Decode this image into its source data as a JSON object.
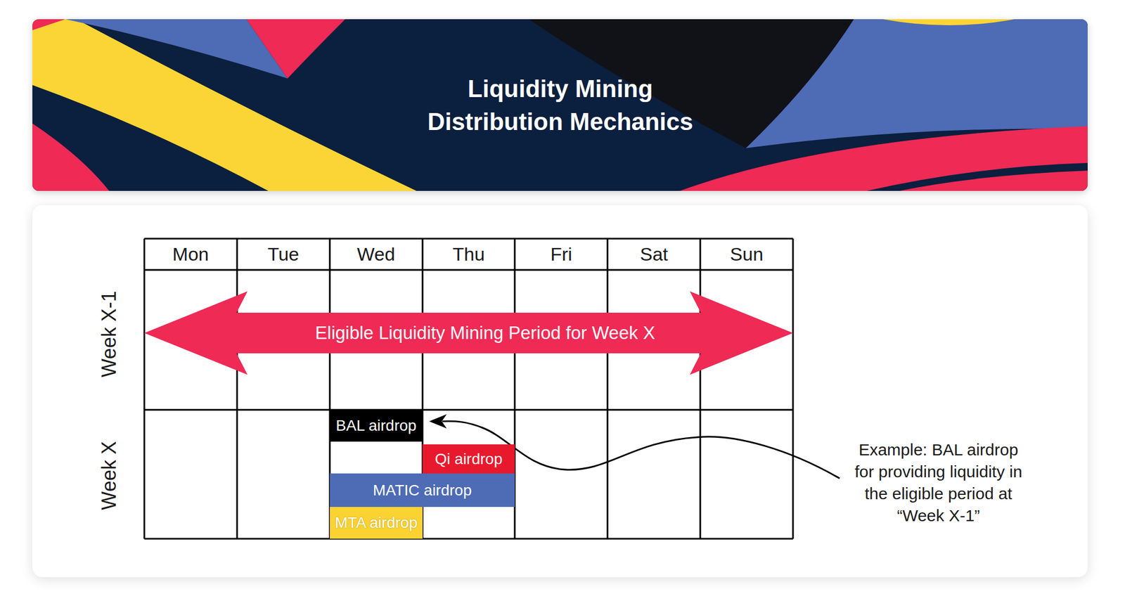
{
  "diagram": {
    "title": "Liquidity Mining Distribution Mechanics",
    "nodes": [
      {
        "text": [
          "Eligible Liquidity Mining Period for Week X"
        ]
      },
      {
        "text": [
          "BAL airdrop"
        ]
      },
      {
        "text": [
          "Qi airdrop"
        ]
      },
      {
        "text": [
          "MATIC airdrop"
        ]
      },
      {
        "text": [
          "MTA airdrop"
        ]
      }
    ],
    "labels": [
      "Mon",
      "Tue",
      "Wed",
      "Thu",
      "Fri",
      "Sat",
      "Sun",
      "Week X-1",
      "Week X",
      "Example: BAL airdrop for providing liquidity in the eligible period at “Week X-1”"
    ]
  }
}
